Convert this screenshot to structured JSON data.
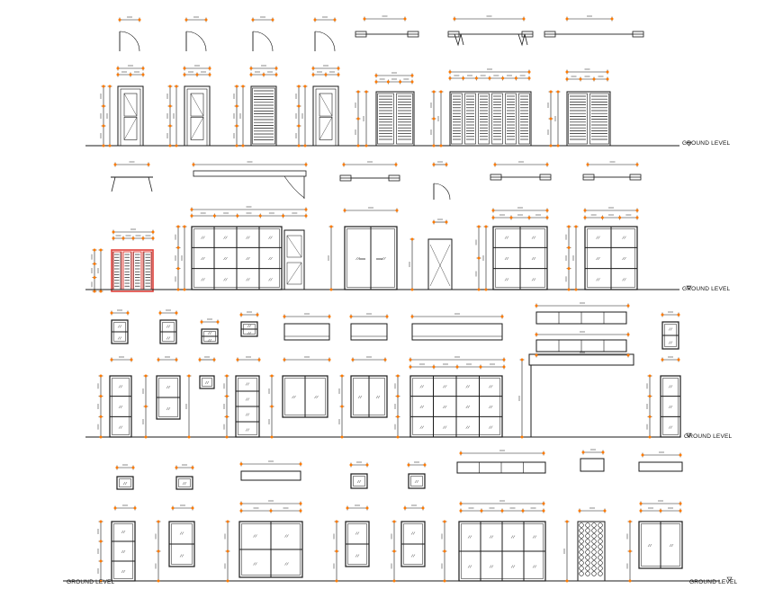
{
  "drawing": {
    "ground_level_label": "GROUND LEVEL",
    "rows": [
      {
        "name": "doors-row",
        "level_label": "GROUND LEVEL"
      },
      {
        "name": "doors-windows-row",
        "level_label": "GROUND LEVEL"
      },
      {
        "name": "windows-row-1",
        "level_label": "GROUND LEVEL"
      },
      {
        "name": "windows-row-2",
        "level_label": "GROUND LEVEL"
      }
    ]
  },
  "colors": {
    "line": "#1a1a1a",
    "dimension_marker": "#ff7a00",
    "highlight_door": "#e0403a",
    "background": "#ffffff"
  }
}
